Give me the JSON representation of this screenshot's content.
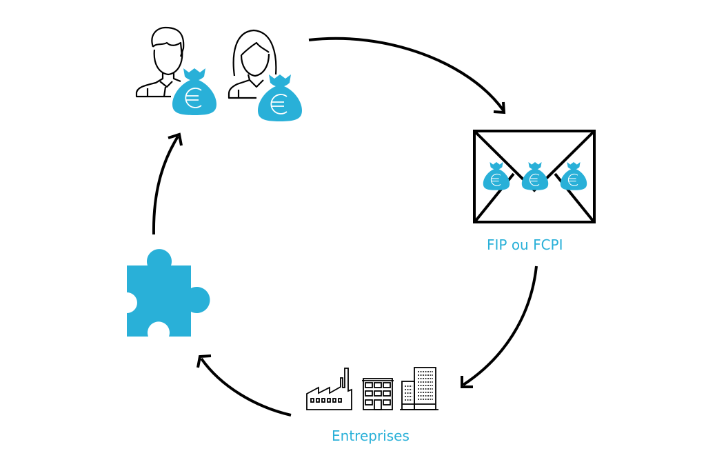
{
  "diagram": {
    "type": "cycle",
    "colors": {
      "accent": "#29b0d8",
      "stroke": "#000000",
      "background": "#ffffff"
    },
    "nodes": [
      {
        "id": "investors",
        "label": "",
        "icons": [
          "man-icon",
          "woman-icon",
          "money-bag-euro-icon",
          "money-bag-euro-icon"
        ]
      },
      {
        "id": "fund",
        "label": "FIP ou FCPI",
        "icons": [
          "envelope-icon",
          "money-bag-euro-icon",
          "money-bag-euro-icon",
          "money-bag-euro-icon"
        ]
      },
      {
        "id": "companies",
        "label": "Entreprises",
        "icons": [
          "factory-icon",
          "office-building-icon",
          "skyscraper-icon"
        ]
      },
      {
        "id": "puzzle",
        "label": "",
        "icons": [
          "puzzle-piece-icon"
        ]
      }
    ],
    "edges": [
      {
        "from": "investors",
        "to": "fund"
      },
      {
        "from": "fund",
        "to": "companies"
      },
      {
        "from": "companies",
        "to": "puzzle"
      },
      {
        "from": "puzzle",
        "to": "investors"
      }
    ]
  }
}
